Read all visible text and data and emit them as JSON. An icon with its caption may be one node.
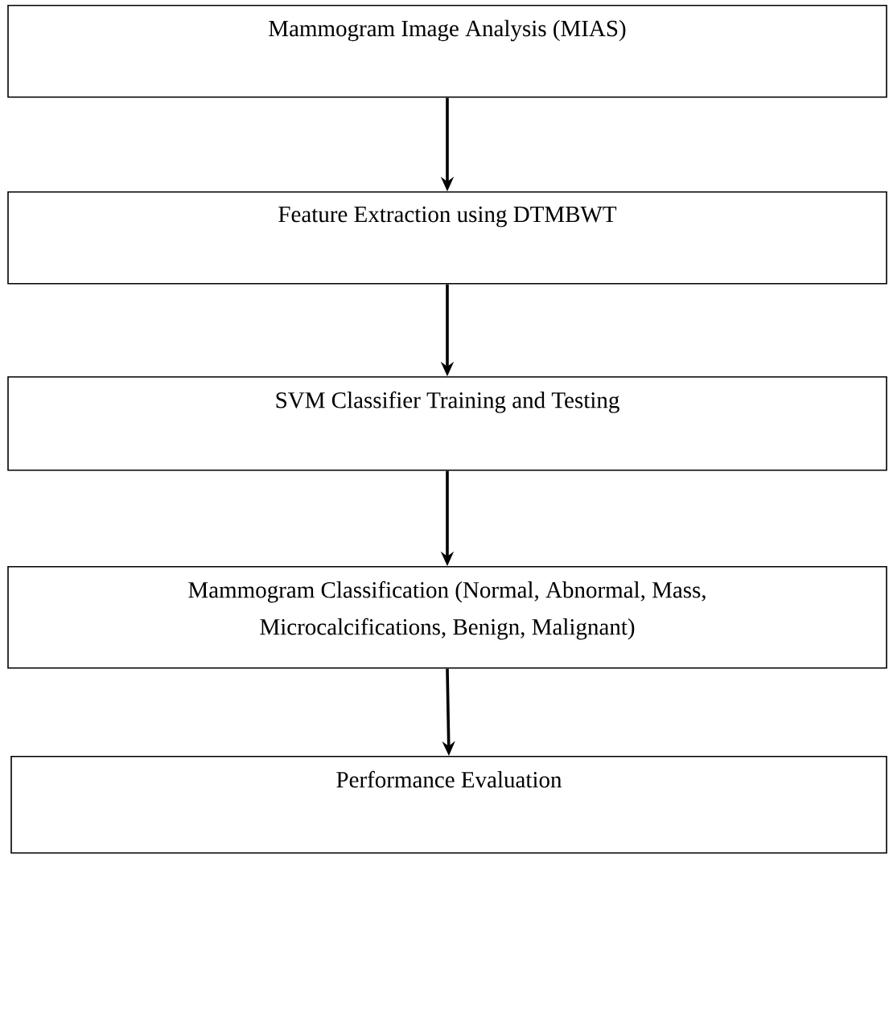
{
  "diagram": {
    "nodes": [
      {
        "text": [
          "Mammogram Image Analysis (MIAS)"
        ]
      },
      {
        "text": [
          "Feature Extraction using DTMBWT"
        ]
      },
      {
        "text": [
          "SVM Classifier Training and Testing"
        ]
      },
      {
        "text": [
          "Mammogram Classification (Normal, Abnormal, Mass, Microcalcifications, Benign, Malignant)"
        ]
      },
      {
        "text": [
          "Performance Evaluation"
        ]
      }
    ],
    "edges": [
      {
        "from": 0,
        "to": 1,
        "arrow": "to"
      },
      {
        "from": 1,
        "to": 2,
        "arrow": "to"
      },
      {
        "from": 2,
        "to": 3,
        "arrow": "to"
      },
      {
        "from": 3,
        "to": 4,
        "arrow": "to"
      }
    ]
  }
}
